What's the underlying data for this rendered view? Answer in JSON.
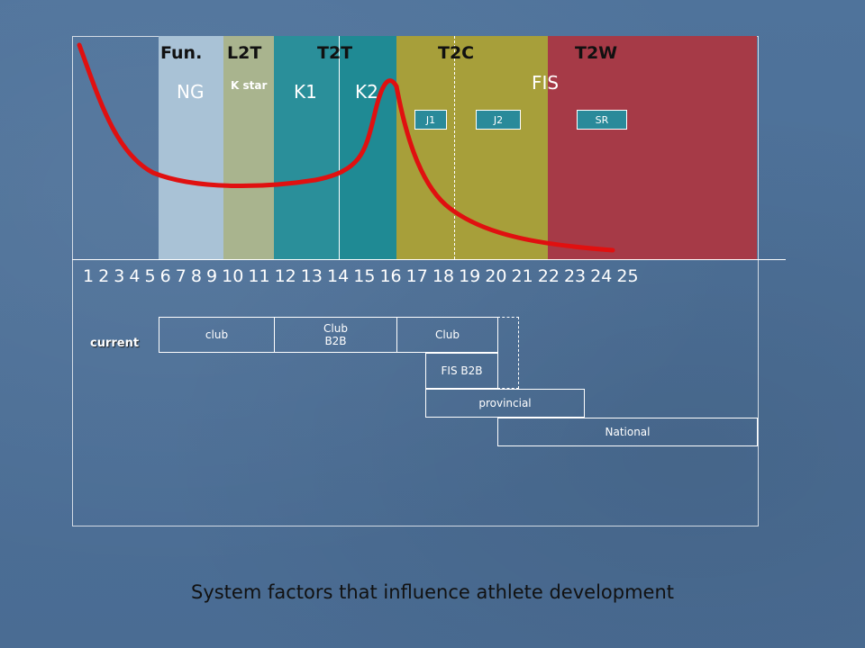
{
  "stages": [
    "Fun.",
    "L2T",
    "T2T",
    "T2C",
    "T2W"
  ],
  "sub_stages": [
    "NG",
    "K star",
    "K1",
    "K2",
    "FIS"
  ],
  "tags": [
    "J1",
    "J2",
    "SR"
  ],
  "ages": "1 2 3 4 5 6 7 8 9 10 11 12 13 14 15 16 17 18 19 20 21 22 23 24 25",
  "current_label": "current",
  "pathways": {
    "club": "club",
    "club_b2b": "Club\nB2B",
    "club2": "Club",
    "fis_b2b": "FIS B2B",
    "provincial": "provincial",
    "national": "National"
  },
  "caption": "System factors that influence athlete development",
  "colors": {
    "ng": "#a9c2d6",
    "kstar": "#a9b48e",
    "k1": "#2a8f9a",
    "k2": "#1f8a94",
    "t2c": "#a79f3a",
    "t2w": "#a63a47",
    "curve": "#e01010"
  }
}
